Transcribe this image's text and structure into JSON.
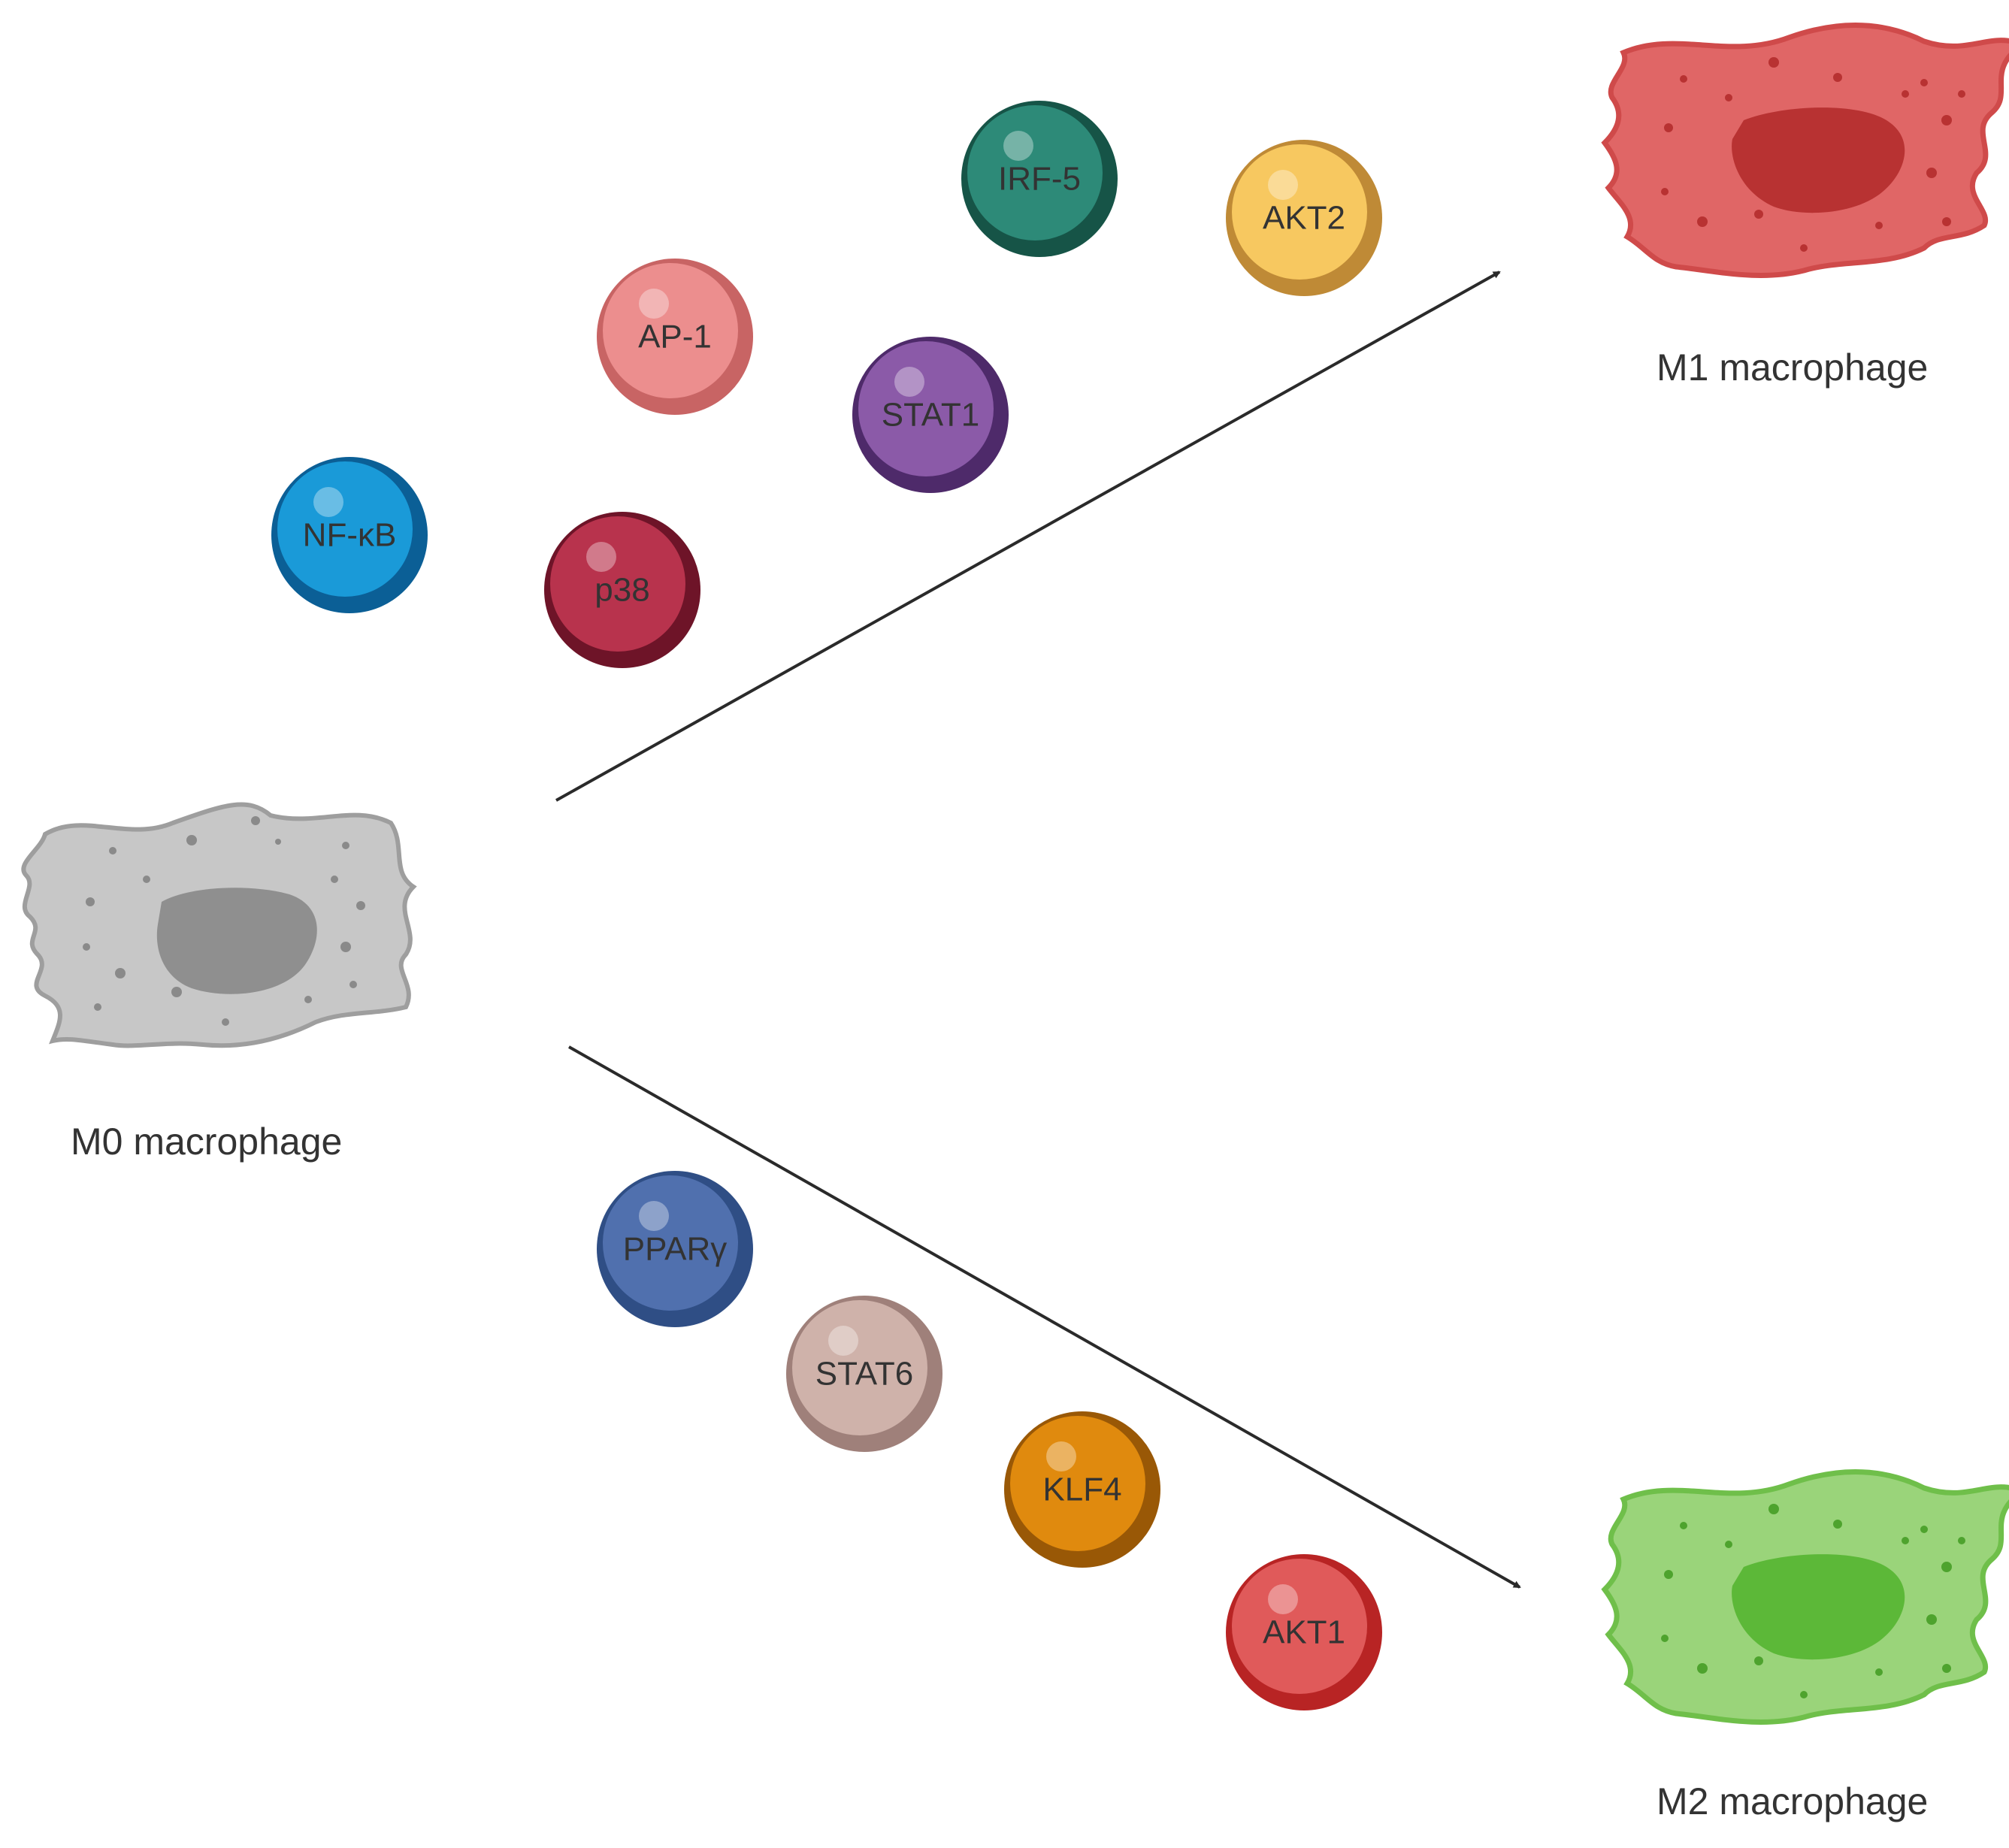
{
  "cells": {
    "m0": {
      "label": "M0 macrophage",
      "color": "#c7c7c7",
      "edge": "#9e9e9e",
      "nucleus": "#8f8f8f",
      "dots": "#8a8a8a"
    },
    "m1": {
      "label": "M1 macrophage",
      "color": "#e06666",
      "edge": "#cf4a4a",
      "nucleus": "#b83232",
      "dots": "#b83232"
    },
    "m2": {
      "label": "M2 macrophage",
      "color": "#9ad47a",
      "edge": "#6fbf4a",
      "nucleus": "#5cb838",
      "dots": "#4ea32e"
    }
  },
  "m1_factors": [
    {
      "label": "NF-κB",
      "color": "#1a9ad8",
      "edge": "#0b5f96"
    },
    {
      "label": "p38",
      "color": "#b8334d",
      "edge": "#6e1428"
    },
    {
      "label": "AP-1",
      "color": "#ec8e8e",
      "edge": "#c86464"
    },
    {
      "label": "STAT1",
      "color": "#8b5aa8",
      "edge": "#4e2a6a"
    },
    {
      "label": "IRF-5",
      "color": "#2d8a78",
      "edge": "#165447"
    },
    {
      "label": "AKT2",
      "color": "#f7c860",
      "edge": "#bf8a36"
    }
  ],
  "m2_factors": [
    {
      "label": "PPARγ",
      "color": "#5070ae",
      "edge": "#2f4e85"
    },
    {
      "label": "STAT6",
      "color": "#cfb2aa",
      "edge": "#9f807a"
    },
    {
      "label": "KLF4",
      "color": "#e08a0e",
      "edge": "#995806"
    },
    {
      "label": "AKT1",
      "color": "#e05a5a",
      "edge": "#b82424"
    }
  ],
  "arrow_color": "#2a2a2a"
}
